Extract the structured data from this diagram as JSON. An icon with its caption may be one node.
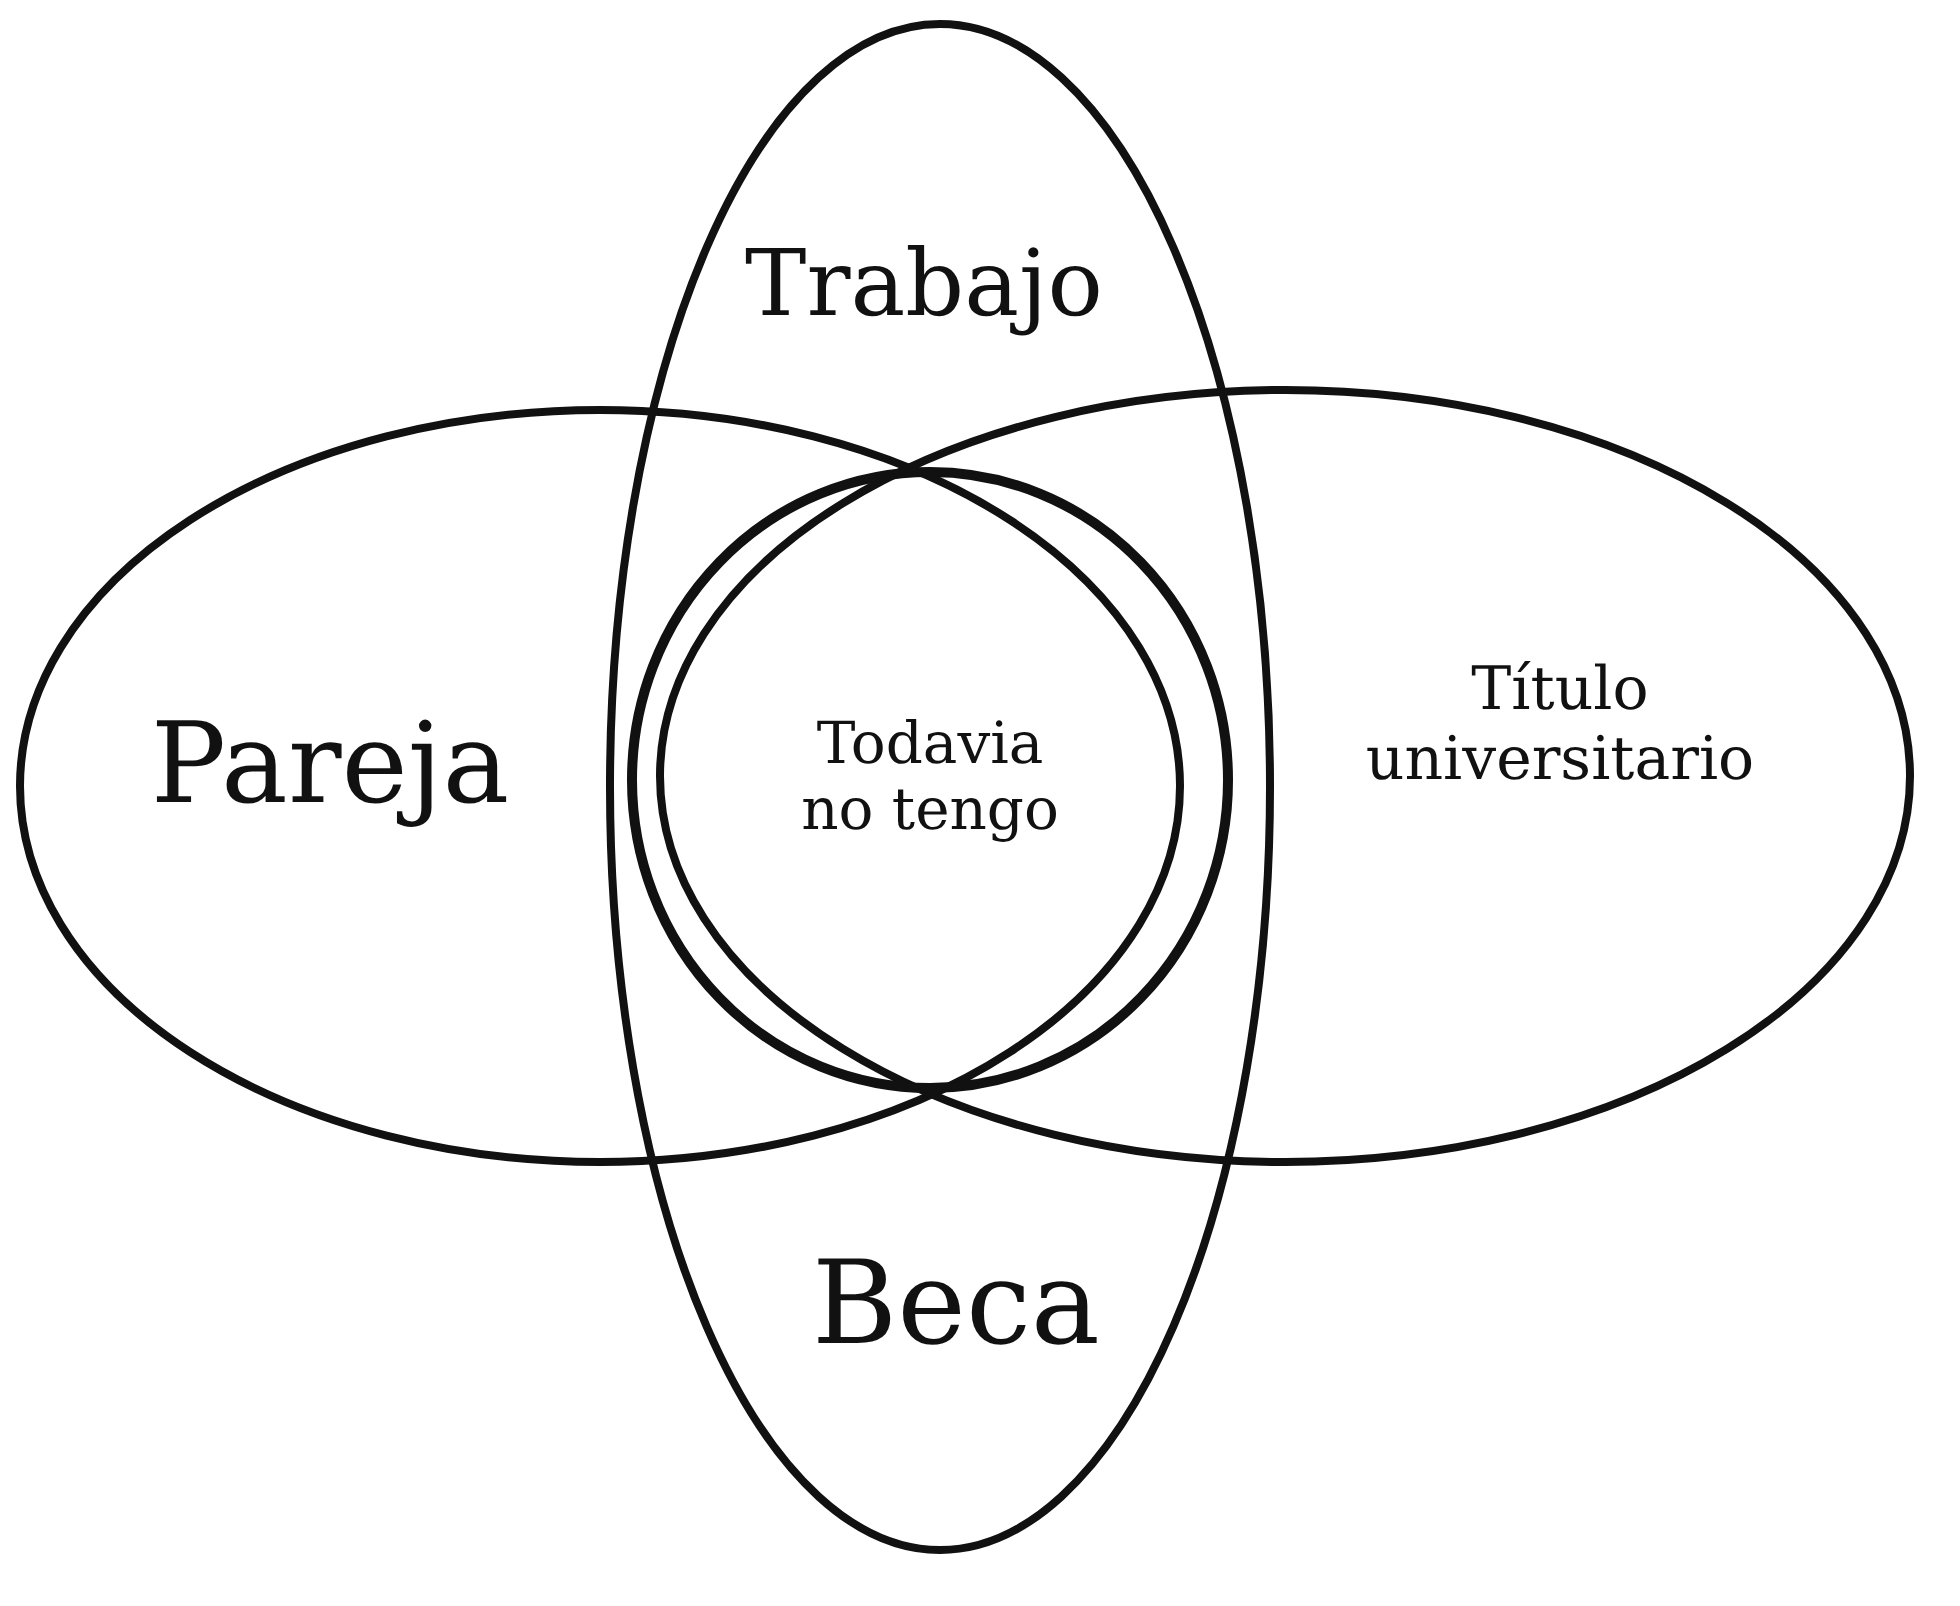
{
  "diagram": {
    "nodes": [
      {
        "text": [
          "Trabajo",
          "Beca"
        ]
      },
      {
        "text": [
          "Pareja"
        ]
      },
      {
        "text": [
          "Título universitario"
        ]
      },
      {
        "text": [
          "Todavia no tengo"
        ]
      }
    ]
  }
}
